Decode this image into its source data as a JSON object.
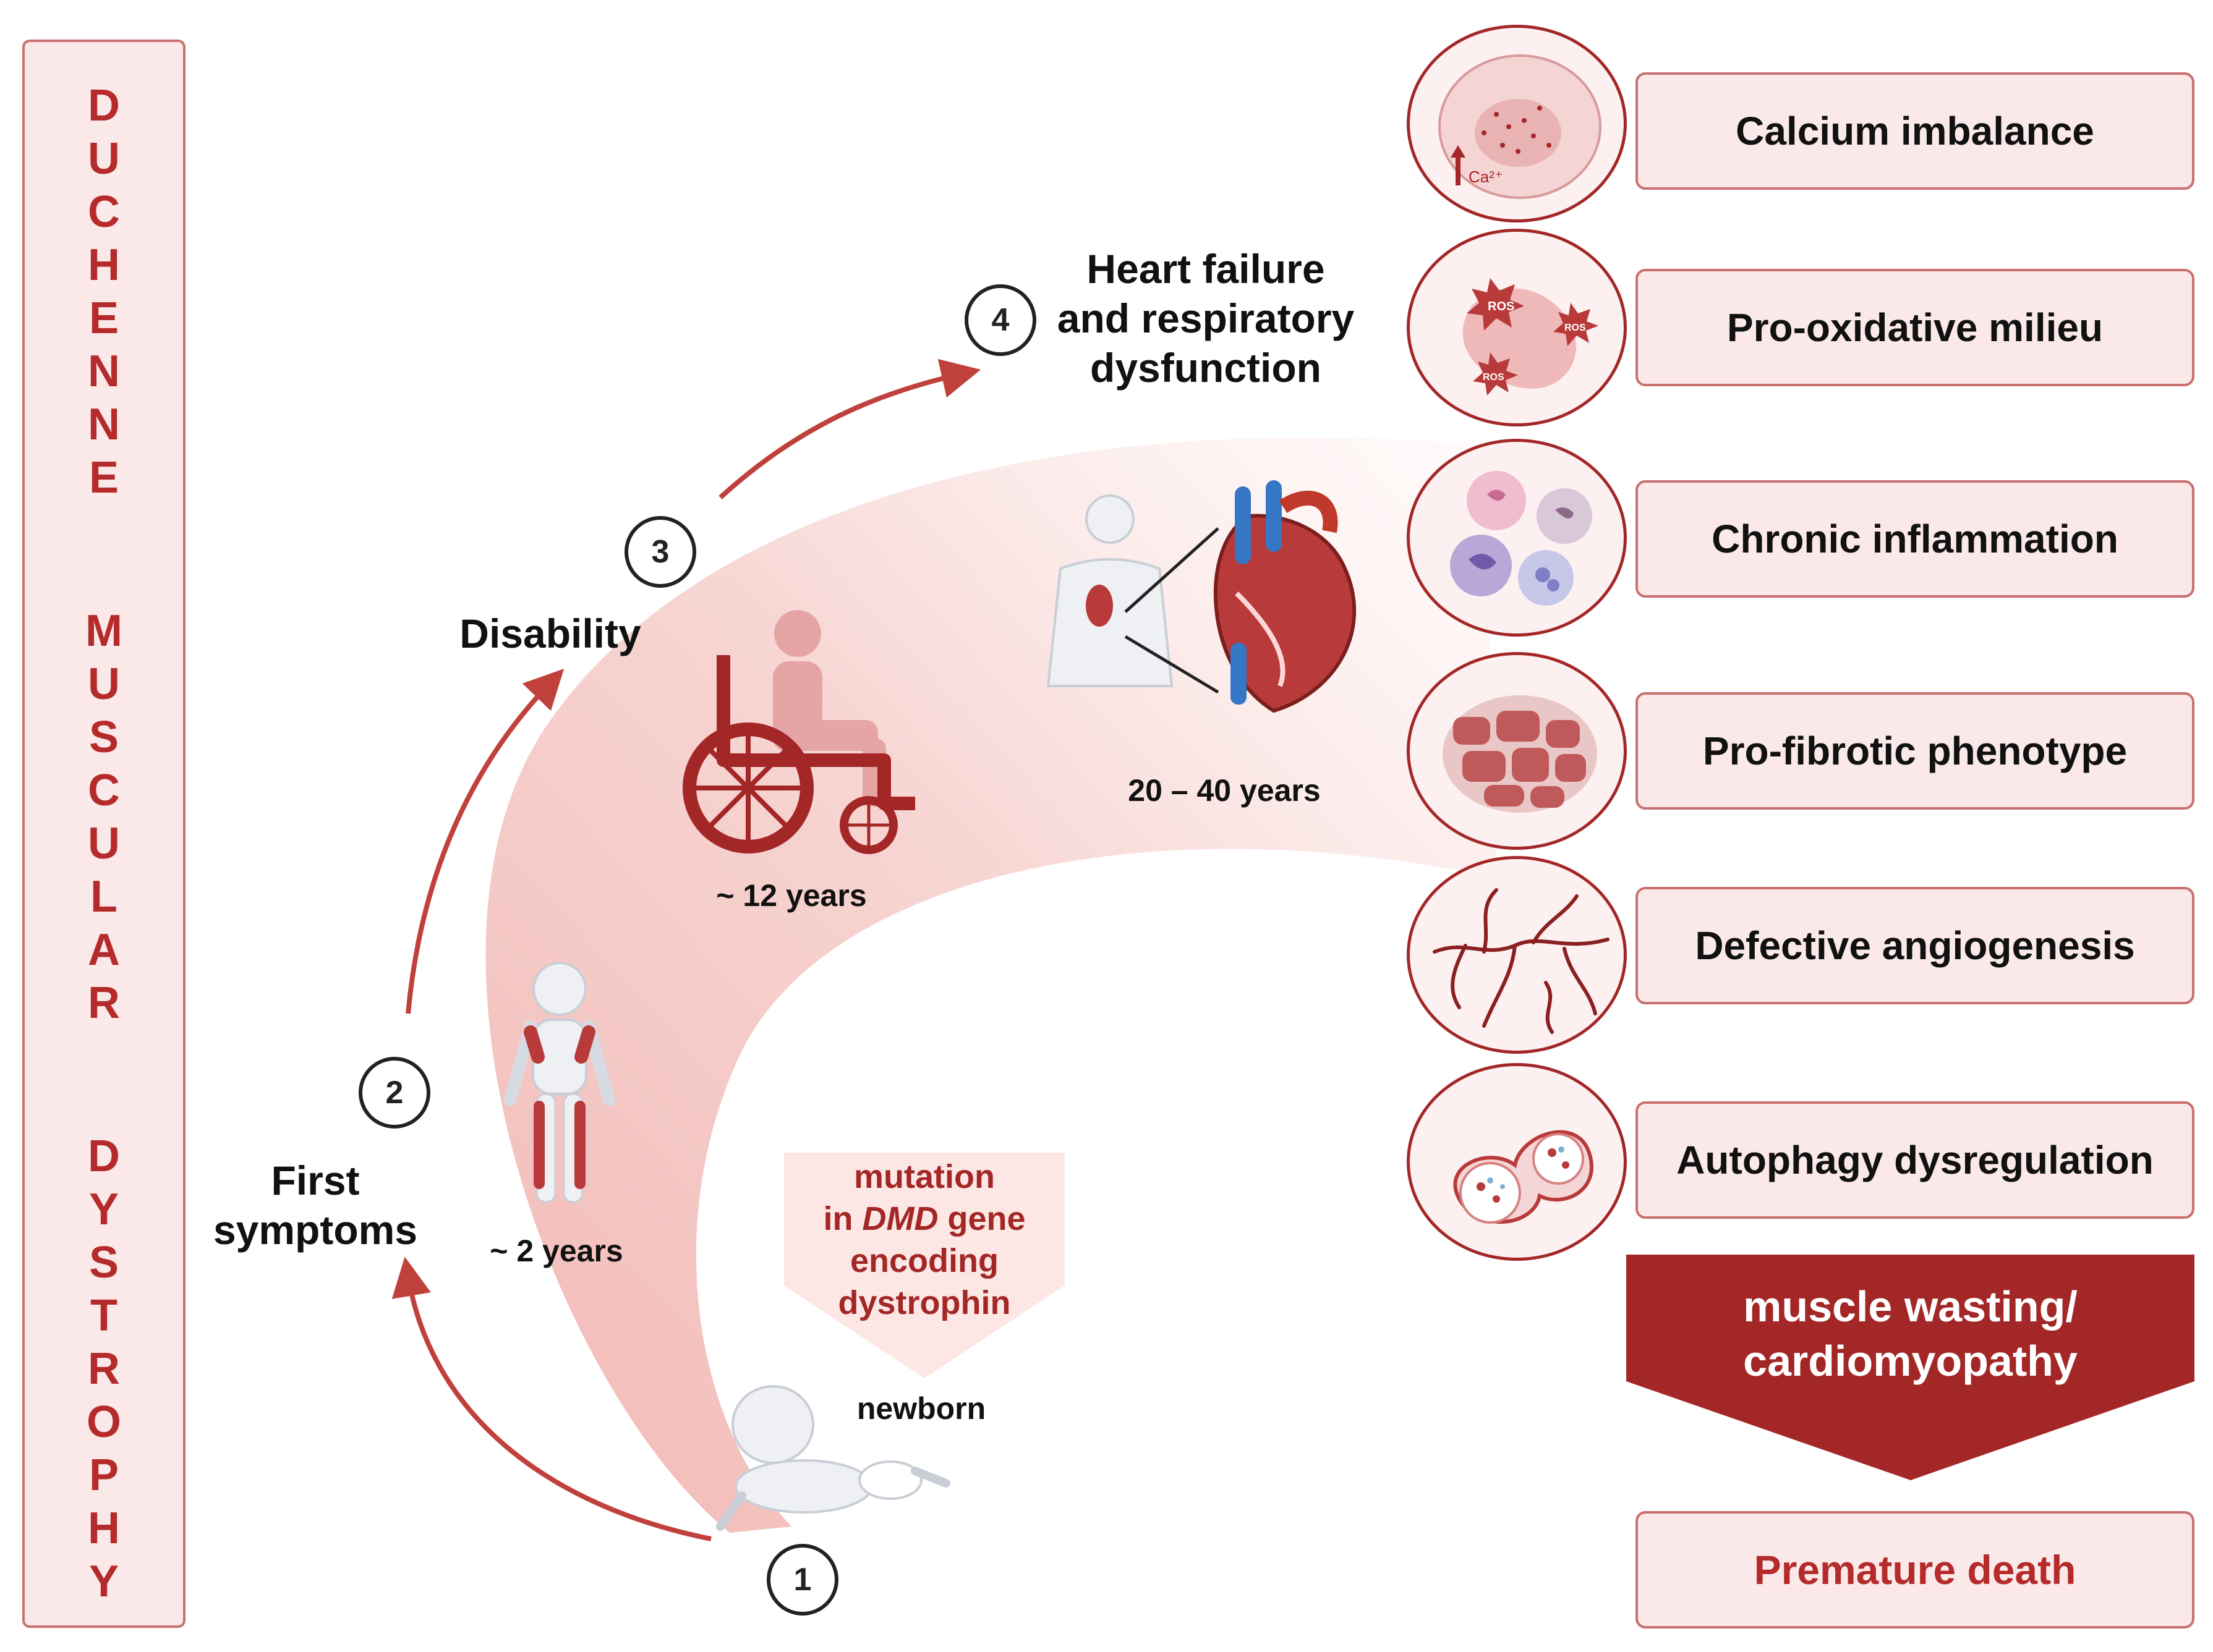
{
  "title": {
    "words": [
      "DUCHENNE",
      "MUSCULAR",
      "DYSTROPHY"
    ]
  },
  "stages": [
    {
      "number": "1",
      "label": "",
      "age": "newborn"
    },
    {
      "number": "2",
      "label": "First\nsymptoms",
      "age": "~ 2 years"
    },
    {
      "number": "3",
      "label": "Disability",
      "age": "~ 12 years"
    },
    {
      "number": "4",
      "label": "Heart failure\nand respiratory\ndysfunction",
      "age": "20 – 40 years"
    }
  ],
  "mutation": {
    "line1": "mutation",
    "line2_prefix": "in ",
    "line2_gene": "DMD",
    "line2_suffix": " gene",
    "line3": "encoding",
    "line4": "dystrophin"
  },
  "features": [
    {
      "label": "Calcium imbalance",
      "icon": "calcium-cell-icon",
      "icon_text": "Ca²⁺"
    },
    {
      "label": "Pro-oxidative milieu",
      "icon": "ros-cell-icon",
      "icon_text": "ROS"
    },
    {
      "label": "Chronic inflammation",
      "icon": "immune-cells-icon"
    },
    {
      "label": "Pro-fibrotic phenotype",
      "icon": "fibrotic-tissue-icon"
    },
    {
      "label": "Defective angiogenesis",
      "icon": "vessels-icon"
    },
    {
      "label": "Autophagy dysregulation",
      "icon": "autophagosome-icon"
    }
  ],
  "outcome": {
    "arrow_text": "muscle wasting/\ncardiomyopathy",
    "final": "Premature death"
  },
  "colors": {
    "accent": "#a32727",
    "title_red": "#b52b2b",
    "box_fill": "#fbe9e9",
    "box_border": "#c97070",
    "band": "#f6cfcc"
  }
}
